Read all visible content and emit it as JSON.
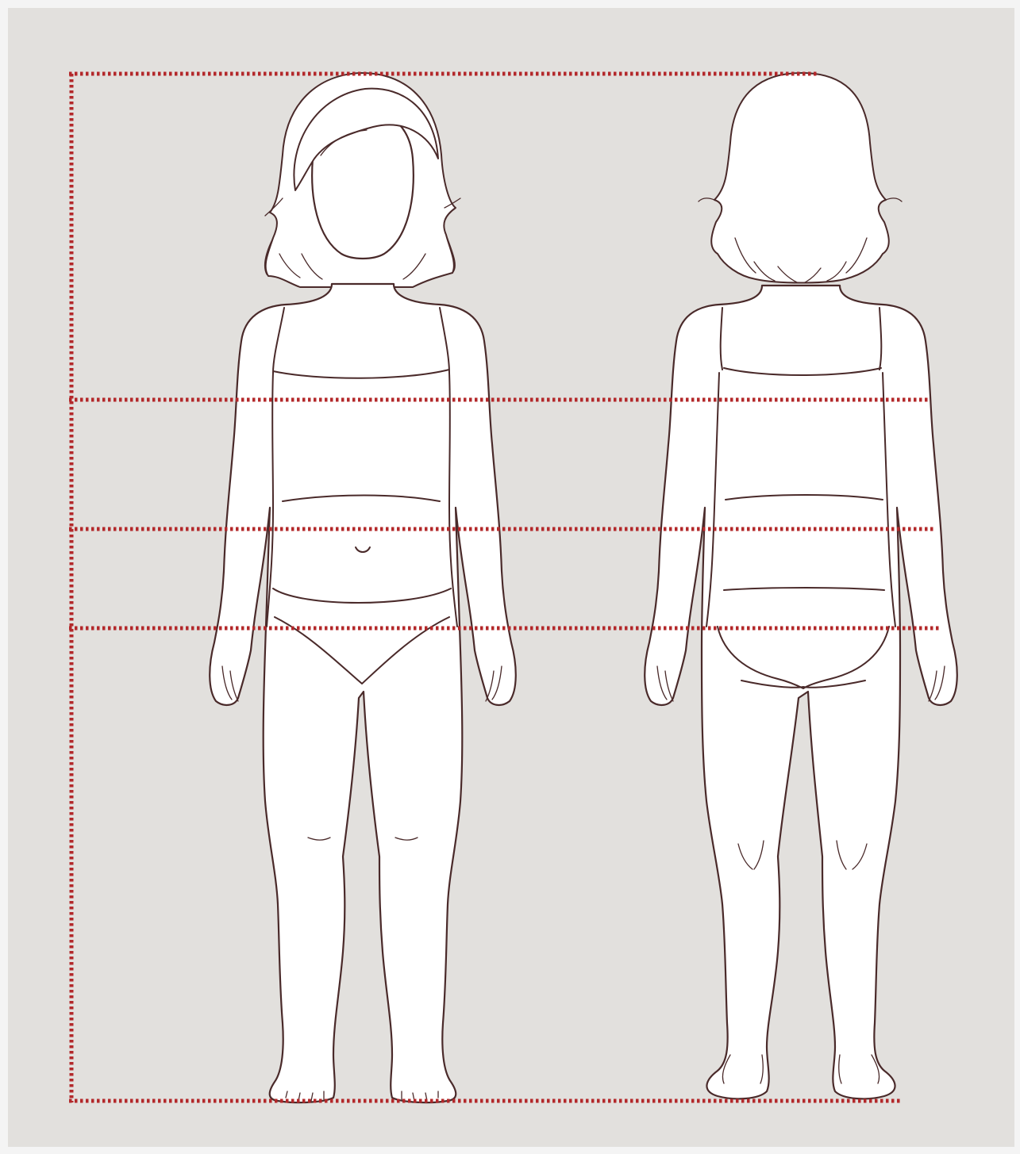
{
  "diagram": {
    "kind": "child-body-measurement-template",
    "views": [
      "front",
      "back"
    ],
    "colors": {
      "background": "#e2e0dd",
      "frame": "#f2f2f2",
      "figure_fill": "#ffffff",
      "figure_stroke": "#4a2a2a",
      "measurement_line": "#b3282a"
    },
    "measurement_lines": [
      {
        "id": "height-top",
        "orientation": "horizontal"
      },
      {
        "id": "height-left",
        "orientation": "vertical"
      },
      {
        "id": "height-bottom",
        "orientation": "horizontal"
      },
      {
        "id": "chest",
        "orientation": "horizontal"
      },
      {
        "id": "waist",
        "orientation": "horizontal"
      },
      {
        "id": "hips",
        "orientation": "horizontal"
      }
    ]
  }
}
